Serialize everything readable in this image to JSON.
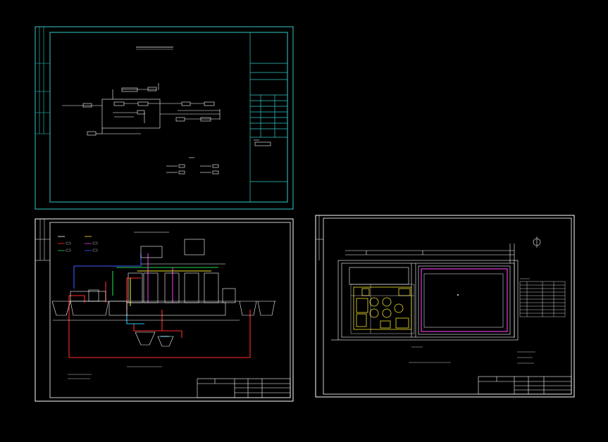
{
  "app": {
    "title": "",
    "background": "#000000"
  },
  "colors": {
    "frame_cyan": "#35c7c7",
    "frame_white": "#ffffff",
    "pipe_red": "#ff2a2a",
    "pipe_green": "#22d84a",
    "pipe_blue": "#3b5bff",
    "pipe_magenta": "#e040e0",
    "pipe_yellow": "#f0e030",
    "pipe_cyan": "#20c8e8"
  },
  "sheets": [
    {
      "id": "flow-block-diagram",
      "visible_text": []
    },
    {
      "id": "process-elevation-diagram",
      "visible_text": []
    },
    {
      "id": "site-plan",
      "visible_text": []
    }
  ]
}
